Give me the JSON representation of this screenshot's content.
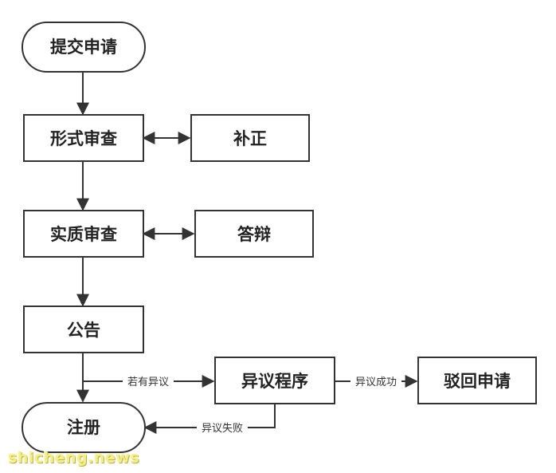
{
  "nodes": {
    "submit": "提交申请",
    "formal_review": "形式审查",
    "correction": "补正",
    "substantive_review": "实质审查",
    "reply": "答辩",
    "announcement": "公告",
    "objection": "异议程序",
    "reject": "驳回申请",
    "register": "注册"
  },
  "edge_labels": {
    "if_objection": "若有异议",
    "objection_success": "异议成功",
    "objection_failure": "异议失败"
  },
  "watermark": "shicheng.news",
  "colors": {
    "stroke": "#333333",
    "text": "#222222",
    "watermark": "#f4ee8a"
  }
}
